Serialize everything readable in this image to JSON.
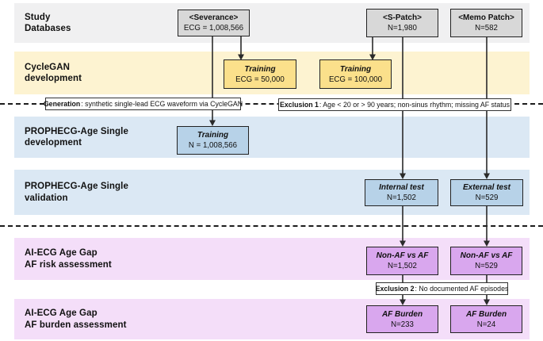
{
  "rows": [
    {
      "line1": "Study",
      "line2": "Databases"
    },
    {
      "line1": "CycleGAN",
      "line2": "development"
    },
    {
      "line1": "PROPHECG-Age Single",
      "line2": "development"
    },
    {
      "line1": "PROPHECG-Age Single",
      "line2": "validation"
    },
    {
      "line1": "AI-ECG Age Gap",
      "line2": "AF risk assessment"
    },
    {
      "line1": "AI-ECG Age Gap",
      "line2": "AF burden assessment"
    }
  ],
  "nodes": {
    "severance": {
      "title": "<Severance>",
      "value": "ECG = 1,008,566"
    },
    "spatch": {
      "title": "<S-Patch>",
      "value": "N=1,980"
    },
    "memopatch": {
      "title": "<Memo Patch>",
      "value": "N=582"
    },
    "train50": {
      "title": "Training",
      "value": "ECG = 50,000"
    },
    "train100": {
      "title": "Training",
      "value": "ECG = 100,000"
    },
    "trainfull": {
      "title": "Training",
      "value": "N = 1,008,566"
    },
    "internal_test": {
      "title": "Internal test",
      "value": "N=1,502"
    },
    "external_test": {
      "title": "External test",
      "value": "N=529"
    },
    "nonaf_internal": {
      "title": "Non-AF vs AF",
      "value": "N=1,502"
    },
    "nonaf_external": {
      "title": "Non-AF vs AF",
      "value": "N=529"
    },
    "afburden_internal": {
      "title": "AF Burden",
      "value": "N=233"
    },
    "afburden_external": {
      "title": "AF Burden",
      "value": "N=24"
    }
  },
  "annotations": {
    "generation": {
      "label": "Generation",
      "text": " : synthetic single-lead ECG waveform via CycleGAN"
    },
    "exclusion1": {
      "label": "Exclusion 1",
      "text": " : Age < 20 or > 90 years; non-sinus rhythm; missing AF status"
    },
    "exclusion2": {
      "label": "Exclusion 2",
      "text": " : No documented AF episodes"
    }
  },
  "colors": {
    "band_gray": "#f0f0f1",
    "band_yellow": "#fdf3d1",
    "band_blue": "#dbe8f4",
    "band_purple": "#f4def9",
    "node_gray": "#d8d8d8",
    "node_yellow": "#fbe08b",
    "node_blue": "#b7d2e8",
    "node_purple": "#d9a7ee"
  }
}
